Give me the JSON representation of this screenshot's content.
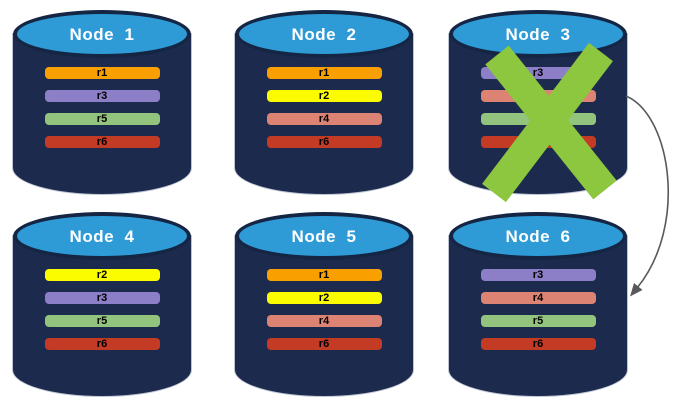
{
  "colors": {
    "background": "#FFFFFF",
    "cylinder_body": "#1C2B4D",
    "cylinder_top": "#2E9BD6",
    "cylinder_border": "#152544",
    "title_text": "#FFFFFF",
    "replica_text": "#000000",
    "failure_x": "#8DC63F",
    "arrow": "#58595B"
  },
  "nodes": [
    {
      "title": "Node  1",
      "failed": false,
      "replicas": [
        {
          "label": "r1",
          "color": "#F99F00"
        },
        {
          "label": "r3",
          "color": "#8D7EC8"
        },
        {
          "label": "r5",
          "color": "#93C47D"
        },
        {
          "label": "r6",
          "color": "#C43B25"
        }
      ]
    },
    {
      "title": "Node  2",
      "failed": false,
      "replicas": [
        {
          "label": "r1",
          "color": "#F99F00"
        },
        {
          "label": "r2",
          "color": "#FCFC00"
        },
        {
          "label": "r4",
          "color": "#DD8373"
        },
        {
          "label": "r6",
          "color": "#C43B25"
        }
      ]
    },
    {
      "title": "Node  3",
      "failed": true,
      "replicas": [
        {
          "label": "r3",
          "color": "#8D7EC8"
        },
        {
          "label": "",
          "color": "#DD8373"
        },
        {
          "label": "",
          "color": "#93C47D"
        },
        {
          "label": "",
          "color": "#C43B25"
        }
      ]
    },
    {
      "title": "Node  4",
      "failed": false,
      "replicas": [
        {
          "label": "r2",
          "color": "#FCFC00"
        },
        {
          "label": "r3",
          "color": "#8D7EC8"
        },
        {
          "label": "r5",
          "color": "#93C47D"
        },
        {
          "label": "r6",
          "color": "#C43B25"
        }
      ]
    },
    {
      "title": "Node  5",
      "failed": false,
      "replicas": [
        {
          "label": "r1",
          "color": "#F99F00"
        },
        {
          "label": "r2",
          "color": "#FCFC00"
        },
        {
          "label": "r4",
          "color": "#DD8373"
        },
        {
          "label": "r6",
          "color": "#C43B25"
        }
      ]
    },
    {
      "title": "Node  6",
      "failed": false,
      "replicas": [
        {
          "label": "r3",
          "color": "#8D7EC8"
        },
        {
          "label": "r4",
          "color": "#DD8373"
        },
        {
          "label": "r5",
          "color": "#93C47D"
        },
        {
          "label": "r6",
          "color": "#C43B25"
        }
      ]
    }
  ],
  "arrow": {
    "from": "Node 3",
    "to": "Node 6"
  }
}
